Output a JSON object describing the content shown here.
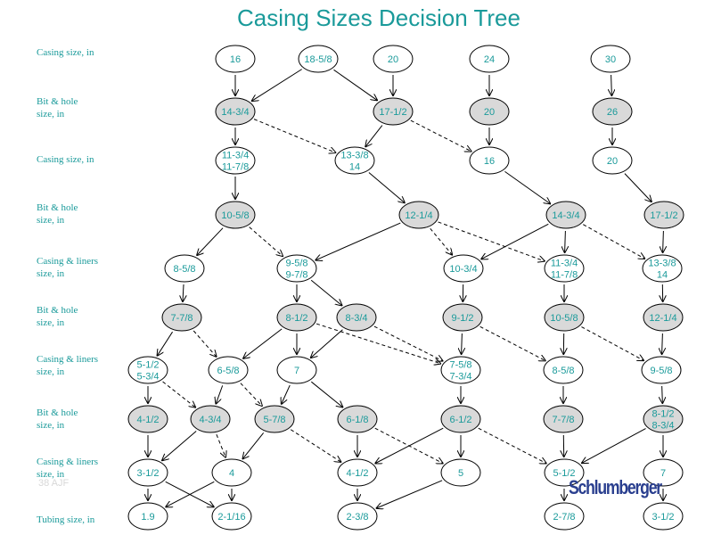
{
  "title": "Casing Sizes Decision Tree",
  "colors": {
    "accent": "#1a9a9a",
    "bit_fill": "#d9d9d9",
    "casing_fill": "#ffffff",
    "logo": "#2a3f8f"
  },
  "row_labels": [
    "Casing size, in",
    "Bit & hole\nsize, in",
    "Casing size, in",
    "Bit & hole\nsize, in",
    "Casing & liners\nsize, in",
    "Bit & hole\nsize, in",
    "Casing & liners\nsize, in",
    "Bit & hole\nsize, in",
    "Casing & liners\nsize, in",
    "Tubing size, in"
  ],
  "watermark": "38  AJF",
  "logo": "Schlumberger",
  "nodes": [
    {
      "id": "c16",
      "row": 0,
      "col": 0,
      "type": "casing",
      "lines": [
        "16"
      ]
    },
    {
      "id": "c1858",
      "row": 0,
      "col": 1,
      "type": "casing",
      "lines": [
        "18-5/8"
      ]
    },
    {
      "id": "c20",
      "row": 0,
      "col": 2,
      "type": "casing",
      "lines": [
        "20"
      ]
    },
    {
      "id": "c24",
      "row": 0,
      "col": 3,
      "type": "casing",
      "lines": [
        "24"
      ]
    },
    {
      "id": "c30",
      "row": 0,
      "col": 4,
      "type": "casing",
      "lines": [
        "30"
      ]
    },
    {
      "id": "b1434",
      "row": 1,
      "col": 0,
      "type": "bit",
      "lines": [
        "14-3/4"
      ]
    },
    {
      "id": "b1712",
      "row": 1,
      "col": 2,
      "type": "bit",
      "lines": [
        "17-1/2"
      ]
    },
    {
      "id": "b20",
      "row": 1,
      "col": 3,
      "type": "bit",
      "lines": [
        "20"
      ]
    },
    {
      "id": "b26",
      "row": 1,
      "col": 4,
      "type": "bit",
      "lines": [
        "26"
      ]
    },
    {
      "id": "c1134",
      "row": 2,
      "col": 0,
      "type": "casing",
      "lines": [
        "11-3/4",
        "11-7/8"
      ]
    },
    {
      "id": "c1338",
      "row": 2,
      "col": 1,
      "type": "casing",
      "lines": [
        "13-3/8",
        "14"
      ]
    },
    {
      "id": "c16b",
      "row": 2,
      "col": 3,
      "type": "casing",
      "lines": [
        "16"
      ]
    },
    {
      "id": "c20b",
      "row": 2,
      "col": 4,
      "type": "casing",
      "lines": [
        "20"
      ]
    },
    {
      "id": "b1058",
      "row": 3,
      "col": 0,
      "type": "bit",
      "lines": [
        "10-5/8"
      ]
    },
    {
      "id": "b1214",
      "row": 3,
      "col": 1,
      "type": "bit",
      "lines": [
        "12-1/4"
      ]
    },
    {
      "id": "b1434b",
      "row": 3,
      "col": 2,
      "type": "bit",
      "lines": [
        "14-3/4"
      ]
    },
    {
      "id": "b1712b",
      "row": 3,
      "col": 3,
      "type": "bit",
      "lines": [
        "17-1/2"
      ]
    },
    {
      "id": "c858",
      "row": 4,
      "col": 0,
      "type": "casing",
      "lines": [
        "8-5/8"
      ]
    },
    {
      "id": "c958",
      "row": 4,
      "col": 1,
      "type": "casing",
      "lines": [
        "9-5/8",
        "9-7/8"
      ]
    },
    {
      "id": "c1034",
      "row": 4,
      "col": 2,
      "type": "casing",
      "lines": [
        "10-3/4"
      ]
    },
    {
      "id": "c1134b",
      "row": 4,
      "col": 3,
      "type": "casing",
      "lines": [
        "11-3/4",
        "11-7/8"
      ]
    },
    {
      "id": "c1338b",
      "row": 4,
      "col": 4,
      "type": "casing",
      "lines": [
        "13-3/8",
        "14"
      ]
    },
    {
      "id": "b778",
      "row": 5,
      "col": 0,
      "type": "bit",
      "lines": [
        "7-7/8"
      ]
    },
    {
      "id": "b812",
      "row": 5,
      "col": 1,
      "type": "bit",
      "lines": [
        "8-1/2"
      ]
    },
    {
      "id": "b834",
      "row": 5,
      "col": 2,
      "type": "bit",
      "lines": [
        "8-3/4"
      ]
    },
    {
      "id": "b912",
      "row": 5,
      "col": 3,
      "type": "bit",
      "lines": [
        "9-1/2"
      ]
    },
    {
      "id": "b1058b",
      "row": 5,
      "col": 4,
      "type": "bit",
      "lines": [
        "10-5/8"
      ]
    },
    {
      "id": "b1214b",
      "row": 5,
      "col": 5,
      "type": "bit",
      "lines": [
        "12-1/4"
      ]
    },
    {
      "id": "c512",
      "row": 6,
      "col": 0,
      "type": "casing",
      "lines": [
        "5-1/2",
        "5-3/4"
      ]
    },
    {
      "id": "c658",
      "row": 6,
      "col": 1,
      "type": "casing",
      "lines": [
        "6-5/8"
      ]
    },
    {
      "id": "c7",
      "row": 6,
      "col": 2,
      "type": "casing",
      "lines": [
        "7"
      ]
    },
    {
      "id": "c758",
      "row": 6,
      "col": 3,
      "type": "casing",
      "lines": [
        "7-5/8",
        "7-3/4"
      ]
    },
    {
      "id": "c858b",
      "row": 6,
      "col": 4,
      "type": "casing",
      "lines": [
        "8-5/8"
      ]
    },
    {
      "id": "c958b",
      "row": 6,
      "col": 5,
      "type": "casing",
      "lines": [
        "9-5/8"
      ]
    },
    {
      "id": "b412",
      "row": 7,
      "col": 0,
      "type": "bit",
      "lines": [
        "4-1/2"
      ]
    },
    {
      "id": "b434",
      "row": 7,
      "col": 1,
      "type": "bit",
      "lines": [
        "4-3/4"
      ]
    },
    {
      "id": "b578",
      "row": 7,
      "col": 2,
      "type": "bit",
      "lines": [
        "5-7/8"
      ]
    },
    {
      "id": "b618",
      "row": 7,
      "col": 3,
      "type": "bit",
      "lines": [
        "6-1/8"
      ]
    },
    {
      "id": "b612",
      "row": 7,
      "col": 4,
      "type": "bit",
      "lines": [
        "6-1/2"
      ]
    },
    {
      "id": "b778b",
      "row": 7,
      "col": 5,
      "type": "bit",
      "lines": [
        "7-7/8"
      ]
    },
    {
      "id": "b812b",
      "row": 7,
      "col": 6,
      "type": "bit",
      "lines": [
        "8-1/2",
        "8-3/4"
      ]
    },
    {
      "id": "c312",
      "row": 8,
      "col": 0,
      "type": "casing",
      "lines": [
        "3-1/2"
      ]
    },
    {
      "id": "c4",
      "row": 8,
      "col": 1,
      "type": "casing",
      "lines": [
        "4"
      ]
    },
    {
      "id": "c412",
      "row": 8,
      "col": 2,
      "type": "casing",
      "lines": [
        "4-1/2"
      ]
    },
    {
      "id": "c5",
      "row": 8,
      "col": 3,
      "type": "casing",
      "lines": [
        "5"
      ]
    },
    {
      "id": "c512b",
      "row": 8,
      "col": 4,
      "type": "casing",
      "lines": [
        "5-1/2"
      ]
    },
    {
      "id": "c7b",
      "row": 8,
      "col": 5,
      "type": "casing",
      "lines": [
        "7"
      ]
    },
    {
      "id": "t19",
      "row": 9,
      "col": 0,
      "type": "tubing",
      "lines": [
        "1.9"
      ]
    },
    {
      "id": "t2116",
      "row": 9,
      "col": 1,
      "type": "tubing",
      "lines": [
        "2-1/16"
      ]
    },
    {
      "id": "t238",
      "row": 9,
      "col": 2,
      "type": "tubing",
      "lines": [
        "2-3/8"
      ]
    },
    {
      "id": "t278",
      "row": 9,
      "col": 3,
      "type": "tubing",
      "lines": [
        "2-7/8"
      ]
    },
    {
      "id": "t312",
      "row": 9,
      "col": 4,
      "type": "tubing",
      "lines": [
        "3-1/2"
      ]
    }
  ],
  "edges": [
    {
      "from": "c16",
      "to": "b1434",
      "style": "solid"
    },
    {
      "from": "c1858",
      "to": "b1434",
      "style": "solid"
    },
    {
      "from": "c1858",
      "to": "b1712",
      "style": "solid"
    },
    {
      "from": "c20",
      "to": "b1712",
      "style": "solid"
    },
    {
      "from": "c24",
      "to": "b20",
      "style": "solid"
    },
    {
      "from": "c30",
      "to": "b26",
      "style": "solid"
    },
    {
      "from": "b1434",
      "to": "c1134",
      "style": "solid"
    },
    {
      "from": "b1434",
      "to": "c1338",
      "style": "dashed"
    },
    {
      "from": "b1712",
      "to": "c1338",
      "style": "solid"
    },
    {
      "from": "b1712",
      "to": "c16b",
      "style": "dashed"
    },
    {
      "from": "b20",
      "to": "c16b",
      "style": "solid"
    },
    {
      "from": "b26",
      "to": "c20b",
      "style": "solid"
    },
    {
      "from": "c1134",
      "to": "b1058",
      "style": "solid"
    },
    {
      "from": "c1338",
      "to": "b1214",
      "style": "solid"
    },
    {
      "from": "c16b",
      "to": "b1434b",
      "style": "solid"
    },
    {
      "from": "c20b",
      "to": "b1712b",
      "style": "solid"
    },
    {
      "from": "b1058",
      "to": "c858",
      "style": "solid"
    },
    {
      "from": "b1058",
      "to": "c958",
      "style": "dashed"
    },
    {
      "from": "b1214",
      "to": "c958",
      "style": "solid"
    },
    {
      "from": "b1214",
      "to": "c1034",
      "style": "dashed"
    },
    {
      "from": "b1214",
      "to": "c1134b",
      "style": "dashed"
    },
    {
      "from": "b1434b",
      "to": "c1034",
      "style": "solid"
    },
    {
      "from": "b1434b",
      "to": "c1134b",
      "style": "solid"
    },
    {
      "from": "b1434b",
      "to": "c1338b",
      "style": "dashed"
    },
    {
      "from": "b1712b",
      "to": "c1338b",
      "style": "solid"
    },
    {
      "from": "c858",
      "to": "b778",
      "style": "solid"
    },
    {
      "from": "c958",
      "to": "b812",
      "style": "solid"
    },
    {
      "from": "c958",
      "to": "b834",
      "style": "solid"
    },
    {
      "from": "c1034",
      "to": "b912",
      "style": "solid"
    },
    {
      "from": "c1134b",
      "to": "b1058b",
      "style": "solid"
    },
    {
      "from": "c1338b",
      "to": "b1214b",
      "style": "solid"
    },
    {
      "from": "b778",
      "to": "c512",
      "style": "solid"
    },
    {
      "from": "b778",
      "to": "c658",
      "style": "dashed"
    },
    {
      "from": "b812",
      "to": "c658",
      "style": "solid"
    },
    {
      "from": "b812",
      "to": "c7",
      "style": "solid"
    },
    {
      "from": "b812",
      "to": "c758",
      "style": "dashed"
    },
    {
      "from": "b834",
      "to": "c7",
      "style": "solid"
    },
    {
      "from": "b834",
      "to": "c758",
      "style": "dashed"
    },
    {
      "from": "b912",
      "to": "c758",
      "style": "solid"
    },
    {
      "from": "b912",
      "to": "c858b",
      "style": "dashed"
    },
    {
      "from": "b1058b",
      "to": "c858b",
      "style": "solid"
    },
    {
      "from": "b1058b",
      "to": "c958b",
      "style": "dashed"
    },
    {
      "from": "b1214b",
      "to": "c958b",
      "style": "solid"
    },
    {
      "from": "c512",
      "to": "b412",
      "style": "solid"
    },
    {
      "from": "c512",
      "to": "b434",
      "style": "dashed"
    },
    {
      "from": "c658",
      "to": "b434",
      "style": "solid"
    },
    {
      "from": "c658",
      "to": "b578",
      "style": "dashed"
    },
    {
      "from": "c7",
      "to": "b578",
      "style": "solid"
    },
    {
      "from": "c7",
      "to": "b618",
      "style": "solid"
    },
    {
      "from": "c758",
      "to": "b612",
      "style": "solid"
    },
    {
      "from": "c858b",
      "to": "b778b",
      "style": "solid"
    },
    {
      "from": "c958b",
      "to": "b812b",
      "style": "solid"
    },
    {
      "from": "b412",
      "to": "c312",
      "style": "solid"
    },
    {
      "from": "b434",
      "to": "c312",
      "style": "solid"
    },
    {
      "from": "b434",
      "to": "c4",
      "style": "dashed"
    },
    {
      "from": "b578",
      "to": "c4",
      "style": "solid"
    },
    {
      "from": "b578",
      "to": "c412",
      "style": "dashed"
    },
    {
      "from": "b618",
      "to": "c412",
      "style": "solid"
    },
    {
      "from": "b618",
      "to": "c5",
      "style": "dashed"
    },
    {
      "from": "b612",
      "to": "c412",
      "style": "solid"
    },
    {
      "from": "b612",
      "to": "c5",
      "style": "solid"
    },
    {
      "from": "b612",
      "to": "c512b",
      "style": "dashed"
    },
    {
      "from": "b778b",
      "to": "c512b",
      "style": "solid"
    },
    {
      "from": "b812b",
      "to": "c512b",
      "style": "solid"
    },
    {
      "from": "b812b",
      "to": "c7b",
      "style": "solid"
    },
    {
      "from": "c312",
      "to": "t19",
      "style": "solid"
    },
    {
      "from": "c312",
      "to": "t2116",
      "style": "solid"
    },
    {
      "from": "c4",
      "to": "t19",
      "style": "solid"
    },
    {
      "from": "c4",
      "to": "t2116",
      "style": "solid"
    },
    {
      "from": "c412",
      "to": "t238",
      "style": "solid"
    },
    {
      "from": "c5",
      "to": "t238",
      "style": "solid"
    },
    {
      "from": "c512b",
      "to": "t278",
      "style": "solid"
    },
    {
      "from": "c7b",
      "to": "t312",
      "style": "solid"
    }
  ]
}
